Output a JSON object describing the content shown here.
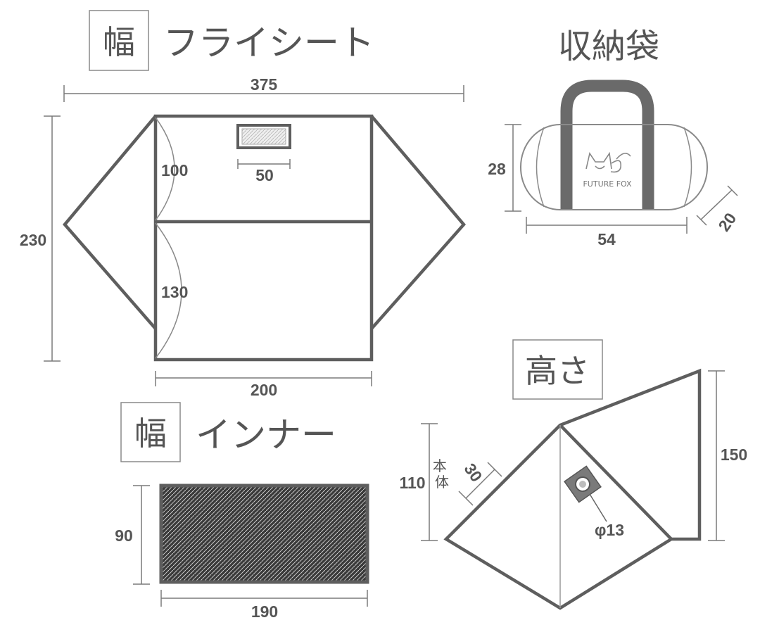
{
  "sections": {
    "fly_sheet": {
      "box_label": "幅",
      "title": "フライシート"
    },
    "bag": {
      "title": "収納袋"
    },
    "height": {
      "box_label": "高さ"
    },
    "inner": {
      "box_label": "幅",
      "title": "インナー"
    }
  },
  "fly_sheet_dims": {
    "total_width": "375",
    "height": "230",
    "upper_panel": "100",
    "lower_panel": "130",
    "window_width": "50",
    "base_width": "200"
  },
  "bag_dims": {
    "height": "28",
    "length": "54",
    "depth": "20",
    "logo": "FUTURE FOX"
  },
  "inner_dims": {
    "height": "90",
    "width": "190"
  },
  "height_dims": {
    "total": "150",
    "body": "110",
    "body_label": "本体",
    "diagonal": "30",
    "vent": "φ13"
  },
  "colors": {
    "outline": "#5e5e5e",
    "line": "#7a7a7a",
    "text": "#555555",
    "mesh": "#3a3a3a"
  }
}
